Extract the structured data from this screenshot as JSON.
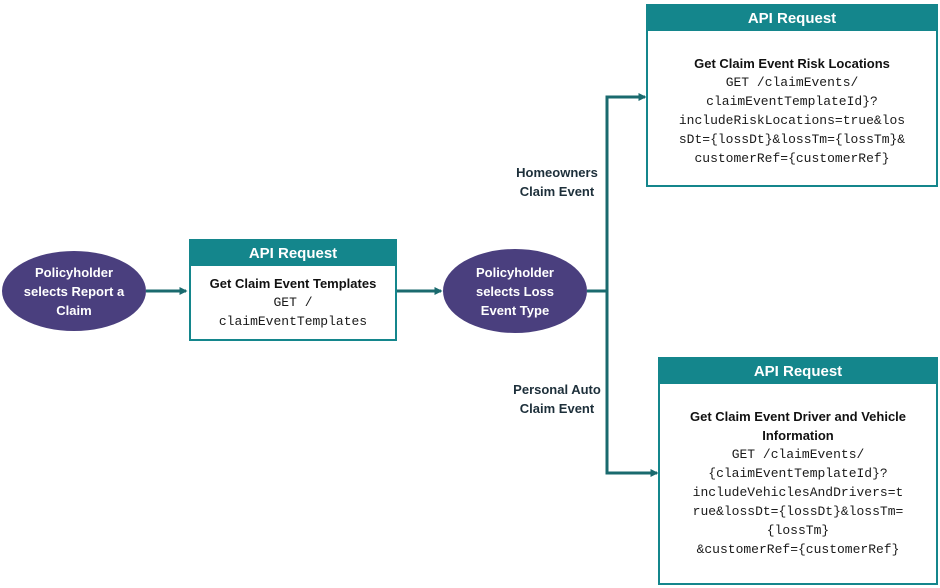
{
  "colors": {
    "ellipse_fill": "#4a3f7e",
    "api_accent": "#14868c",
    "connector": "#1a6a6e",
    "text_light": "#ffffff",
    "text_dark": "#1d2f3a"
  },
  "nodes": {
    "start": {
      "label": "Policyholder\nselects Report a\nClaim"
    },
    "templates_request": {
      "header": "API Request",
      "title": "Get Claim Event Templates",
      "code": "GET /\nclaimEventTemplates"
    },
    "decision": {
      "label": "Policyholder\nselects Loss\nEvent Type"
    },
    "risk_request": {
      "header": "API Request",
      "title": "Get Claim Event Risk Locations",
      "code": "GET /claimEvents/\nclaimEventTemplateId}?\nincludeRiskLocations=true&los\nsDt={lossDt}&lossTm={lossTm}&\ncustomerRef={customerRef}"
    },
    "driver_request": {
      "header": "API Request",
      "title": "Get Claim Event Driver and Vehicle\nInformation",
      "code": "GET /claimEvents/\n{claimEventTemplateId}?\nincludeVehiclesAndDrivers=t\nrue&lossDt={lossDt}&lossTm=\n{lossTm}\n&customerRef={customerRef}"
    }
  },
  "branches": {
    "homeowners": "Homeowners\nClaim Event",
    "personal_auto": "Personal Auto\nClaim Event"
  }
}
